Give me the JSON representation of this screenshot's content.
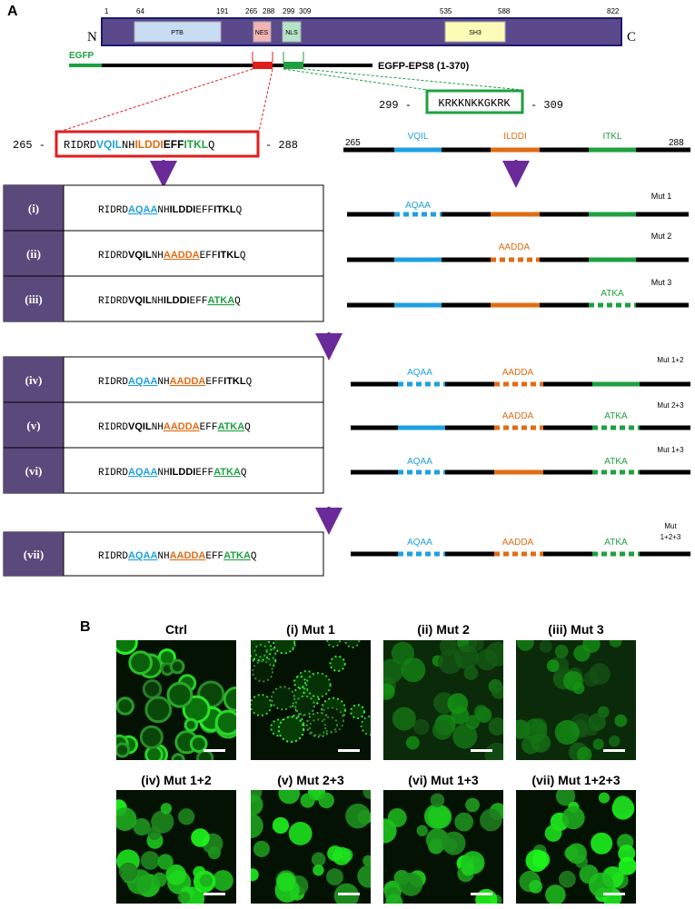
{
  "panel_a": {
    "label": "A",
    "domain_bar": {
      "n_label": "N",
      "c_label": "C",
      "ticks": [
        "1",
        "64",
        "191",
        "265",
        "288",
        "299",
        "309",
        "535",
        "588",
        "822"
      ],
      "domains": [
        {
          "name": "PTB",
          "color": "#c8dcf4"
        },
        {
          "name": "NES",
          "color": "#f4b4b4"
        },
        {
          "name": "NLS",
          "color": "#b4e4c8"
        },
        {
          "name": "SH3",
          "color": "#fcfcb8"
        }
      ],
      "bar_color": "#5a4a8c"
    },
    "construct": {
      "egfp_label": "EGFP",
      "name": "EGFP-EPS8 (1-370)"
    },
    "nls_seq": {
      "start": "299 -",
      "seq": "KRKKNKKGKRK",
      "end": "- 309"
    },
    "nes_seq": {
      "start": "265 -",
      "end": "- 288"
    },
    "scheme": {
      "start": "265",
      "end": "288",
      "motifs": [
        "VQIL",
        "ILDDI",
        "ITKL"
      ]
    },
    "rows": [
      {
        "id": "(i)",
        "mut": "Mut 1"
      },
      {
        "id": "(ii)",
        "mut": "Mut 2"
      },
      {
        "id": "(iii)",
        "mut": "Mut 3"
      },
      {
        "id": "(iv)",
        "mut": "Mut 1+2"
      },
      {
        "id": "(v)",
        "mut": "Mut 2+3"
      },
      {
        "id": "(vi)",
        "mut": "Mut 1+3"
      },
      {
        "id": "(vii)",
        "mut_line1": "Mut",
        "mut_line2": "1+2+3"
      }
    ],
    "mut_labels": {
      "m1": "AQAA",
      "m2": "AADDA",
      "m3": "ATKA"
    },
    "colors": {
      "blue": "#1ea0e0",
      "orange": "#e06c14",
      "green": "#1ea040",
      "red": "#e01e1e",
      "purple": "#6a2a9a",
      "row_bg": "#5a4a7c"
    }
  },
  "panel_b": {
    "label": "B",
    "images": [
      {
        "title": "Ctrl"
      },
      {
        "title": "(i) Mut 1"
      },
      {
        "title": "(ii) Mut 2"
      },
      {
        "title": "(iii) Mut 3"
      },
      {
        "title": "(iv) Mut 1+2"
      },
      {
        "title": "(v) Mut 2+3"
      },
      {
        "title": "(vi) Mut 1+3"
      },
      {
        "title": "(vii) Mut 1+2+3"
      }
    ]
  }
}
